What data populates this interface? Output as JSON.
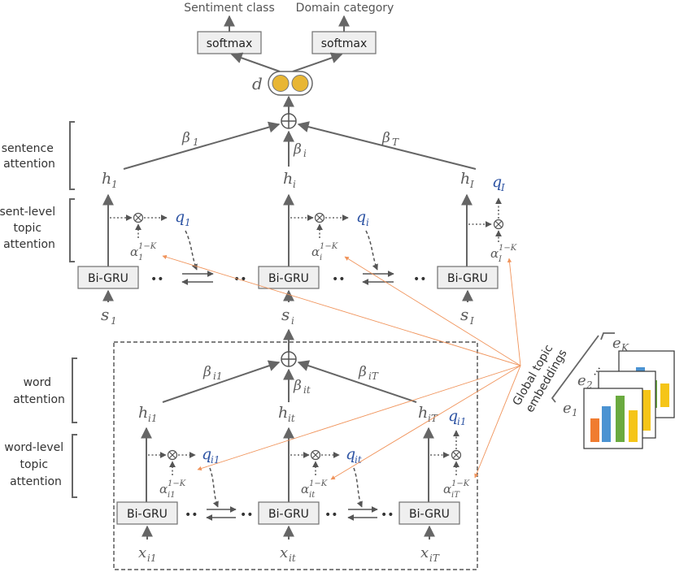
{
  "outputs": {
    "sentiment_label": "Sentiment class",
    "domain_label": "Domain category",
    "softmax_label": "softmax"
  },
  "doc": {
    "var": "d"
  },
  "side_labels": {
    "sentence_attention": [
      "sentence",
      "attention"
    ],
    "sent_topic_attention": [
      "sent-level",
      "topic",
      "attention"
    ],
    "word_attention": [
      "word",
      "attention"
    ],
    "word_topic_attention": [
      "word-level",
      "topic",
      "attention"
    ]
  },
  "sentence_level": {
    "betas": {
      "first": "β",
      "first_sub": "1",
      "mid": "β",
      "mid_sub": "i",
      "last": "β",
      "last_sub": "T"
    },
    "hidden": [
      {
        "base": "h",
        "sub": "1"
      },
      {
        "base": "h",
        "sub": "i"
      },
      {
        "base": "h",
        "sub": "I"
      }
    ],
    "queries": [
      {
        "base": "q",
        "sub": "1"
      },
      {
        "base": "q",
        "sub": "i"
      },
      {
        "base": "q",
        "sub": "I"
      }
    ],
    "alphas": [
      {
        "base": "α",
        "sup": "1−K",
        "sub": "1"
      },
      {
        "base": "α",
        "sup": "1−K",
        "sub": "i"
      },
      {
        "base": "α",
        "sup": "1−K",
        "sub": "I"
      }
    ],
    "gru_label": "Bi-GRU",
    "inputs": [
      {
        "base": "s",
        "sub": "1"
      },
      {
        "base": "s",
        "sub": "i"
      },
      {
        "base": "s",
        "sub": "I"
      }
    ]
  },
  "word_level": {
    "betas": {
      "first": "β",
      "first_sub": "i1",
      "mid": "β",
      "mid_sub": "it",
      "last": "β",
      "last_sub": "iT"
    },
    "hidden": [
      {
        "base": "h",
        "sub": "i1"
      },
      {
        "base": "h",
        "sub": "it"
      },
      {
        "base": "h",
        "sub": "iT"
      }
    ],
    "queries": [
      {
        "base": "q",
        "sub": "i1"
      },
      {
        "base": "q",
        "sub": "it"
      },
      {
        "base": "q",
        "sub": "i1"
      }
    ],
    "alphas": [
      {
        "base": "α",
        "sup": "1−K",
        "sub": "i1"
      },
      {
        "base": "α",
        "sup": "1−K",
        "sub": "it"
      },
      {
        "base": "α",
        "sup": "1−K",
        "sub": "iT"
      }
    ],
    "gru_label": "Bi-GRU",
    "inputs": [
      {
        "base": "x",
        "sub": "i1"
      },
      {
        "base": "x",
        "sub": "it"
      },
      {
        "base": "x",
        "sub": "iT"
      }
    ]
  },
  "ellipsis": "••",
  "topic_embeddings": {
    "title_lines": [
      "Global topic",
      "embeddings"
    ],
    "e_labels": [
      {
        "base": "e",
        "sub": "K"
      },
      {
        "base": "e",
        "sub": "2"
      },
      {
        "base": "e",
        "sub": "1"
      }
    ],
    "dots": "..."
  },
  "colors": {
    "arrow_gray": "#666666",
    "query_blue": "#2f55a4",
    "topic_orange": "#f0935a",
    "doc_gold": "#e8b634",
    "bar_colors": [
      "#f07c30",
      "#4b93d2",
      "#6aaa3f",
      "#f5c518"
    ]
  }
}
